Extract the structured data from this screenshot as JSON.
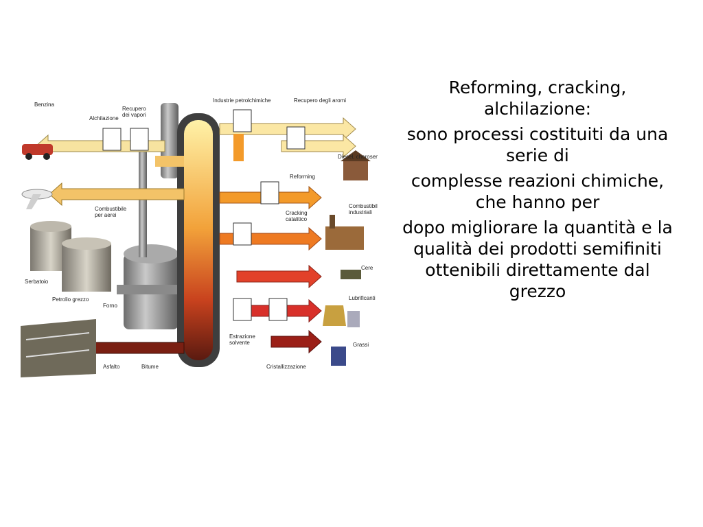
{
  "diagram": {
    "labels": {
      "benzina": "Benzina",
      "alchilazione": "Alchilazione",
      "recupero_vapori": "Recupero\ndei vapori",
      "industrie_petrolchimiche": "Industrie petrolchimiche",
      "recupero_aromi": "Recupero degli aromi",
      "diesel_cherosene": "Diesel, cherosene",
      "reforming": "Reforming",
      "combustibile_aerei": "Combustibile\nper aerei",
      "cracking_catalitico": "Cracking\ncatalitico",
      "combustibili_industriali": "Combustibili\nindustriali",
      "serbatoio": "Serbatoio",
      "petrolio_grezzo": "Petrolio grezzo",
      "forno": "Forno",
      "cere": "Cere",
      "lubrificanti": "Lubrificanti",
      "estrazione_solvente": "Estrazione\nsolvente",
      "grassi": "Grassi",
      "asfalto": "Asfalto",
      "bitume": "Bitume",
      "cristallizzazione": "Cristallizzazione"
    }
  },
  "text": {
    "p1": "Reforming, cracking, alchilazione:",
    "p2": "sono processi costituiti da una serie di",
    "p3": "complesse reazioni chimiche, che hanno per",
    "p4": "dopo migliorare la quantità e la qualità dei prodotti semifiniti ottenibili direttamente dal grezzo"
  }
}
